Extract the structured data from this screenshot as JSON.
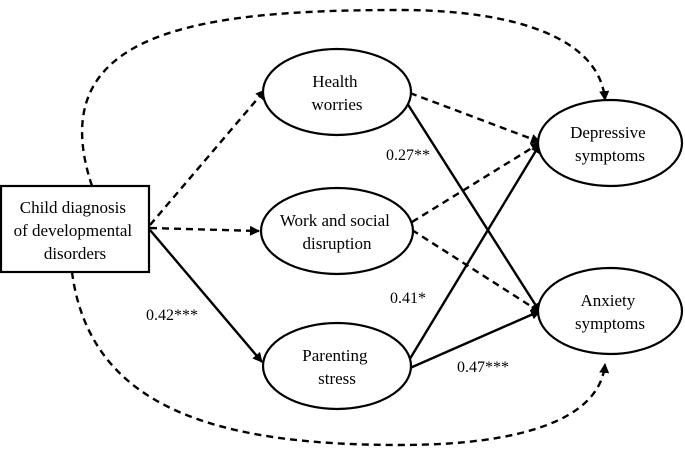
{
  "nodes": {
    "child_diagnosis": [
      "Child diagnosis",
      "of developmental",
      "disorders"
    ],
    "health_worries": [
      "Health",
      "worries"
    ],
    "work_social": [
      "Work and social",
      "disruption"
    ],
    "parenting_stress": [
      "Parenting",
      "stress"
    ],
    "depressive": [
      "Depressive",
      "symptoms"
    ],
    "anxiety": [
      "Anxiety",
      "symptoms"
    ]
  },
  "coefficients": {
    "diagnosis_to_parenting": "0.42***",
    "health_to_anxiety": "0.27**",
    "parenting_to_depressive": "0.41*",
    "parenting_to_anxiety": "0.47***"
  }
}
